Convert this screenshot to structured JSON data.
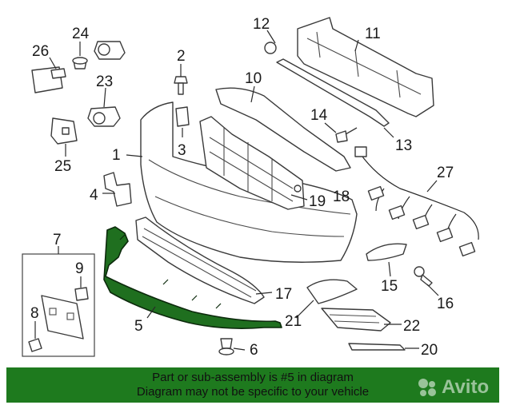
{
  "diagram": {
    "callouts": {
      "c1": "1",
      "c2": "2",
      "c3": "3",
      "c4": "4",
      "c5": "5",
      "c6": "6",
      "c7": "7",
      "c8": "8",
      "c9": "9",
      "c10": "10",
      "c11": "11",
      "c12": "12",
      "c13": "13",
      "c14": "14",
      "c15": "15",
      "c16": "16",
      "c17": "17",
      "c18": "18",
      "c19": "19",
      "c20": "20",
      "c21": "21",
      "c22": "22",
      "c23": "23",
      "c24": "24",
      "c25": "25",
      "c26": "26",
      "c27": "27"
    },
    "highlighted_part": "5",
    "highlight_color": "#1f6f1f"
  },
  "banner": {
    "line1": "Part or sub-assembly is #5 in diagram",
    "line2": "Diagram may not be specific to your vehicle",
    "background": "#1e7a1e"
  },
  "watermark": {
    "text": "Avito",
    "icon": "avito-dots-icon"
  }
}
